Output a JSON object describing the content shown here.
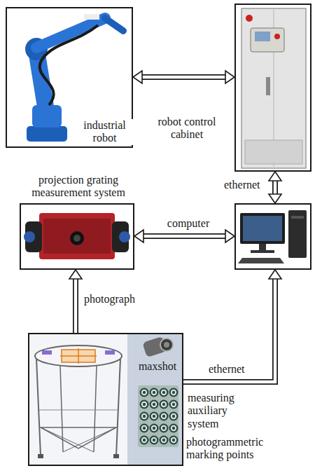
{
  "diagram": {
    "nodes": [
      {
        "text": [
          "industrial robot"
        ]
      },
      {
        "text": [
          "robot control cabinet"
        ]
      },
      {
        "text": [
          "projection grating measurement system"
        ]
      },
      {
        "text": [
          "computer"
        ]
      },
      {
        "text": [
          "measuring auxiliary system"
        ]
      }
    ],
    "edges": [
      {
        "from": 0,
        "to": 1,
        "arrow": "both"
      },
      {
        "from": 1,
        "to": 3,
        "label": "ethernet",
        "arrow": "both"
      },
      {
        "from": 2,
        "to": 3,
        "arrow": "both"
      },
      {
        "from": 4,
        "to": 2,
        "label": "photograph",
        "arrow": "to"
      },
      {
        "from": 4,
        "to": 3,
        "label": "ethernet",
        "arrow": "to"
      }
    ],
    "labels": [
      "maxshot",
      "photogrammetric marking points"
    ]
  }
}
